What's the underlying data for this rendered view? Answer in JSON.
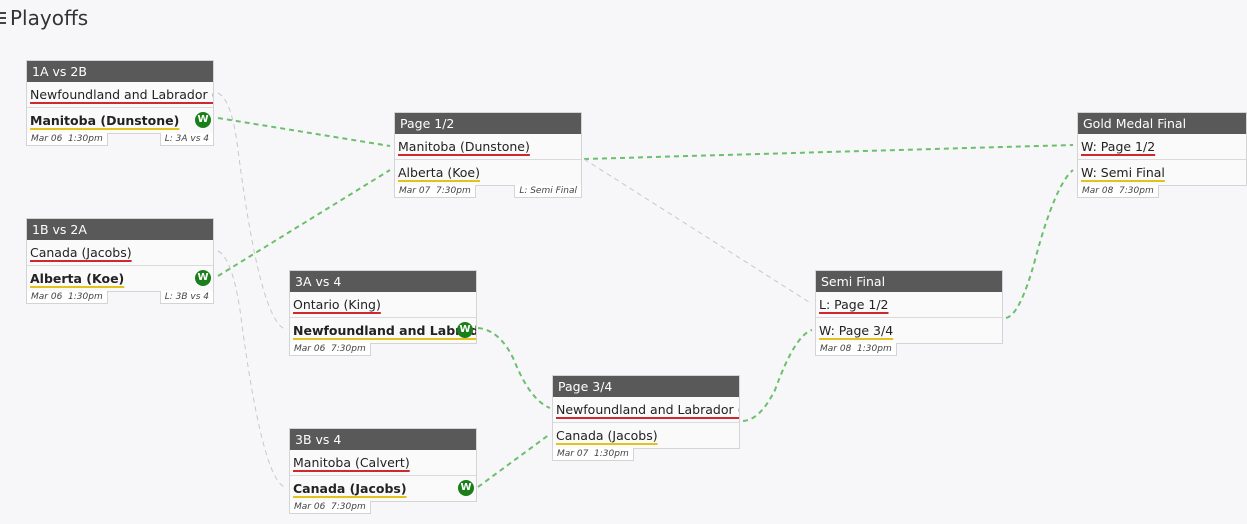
{
  "page": {
    "title": "Playoffs",
    "menu_icon": "hamburger-icon"
  },
  "colors": {
    "header_bg": "#595959",
    "top_team_underline": "#d0282f",
    "bottom_team_underline": "#e3c21c",
    "winner_badge": "#1a7f1a",
    "winner_path": "#6cbf6c",
    "loser_path": "#c8c8c8"
  },
  "matches": [
    {
      "id": "m1",
      "title": "1A vs 2B",
      "teams": [
        {
          "name": "Newfoundland and Labrador (Gushue)",
          "winner": false,
          "badge": ""
        },
        {
          "name": "Manitoba (Dunstone)",
          "winner": true,
          "badge": "W"
        }
      ],
      "time": "Mar 06  1:30pm",
      "loser_to": "L: 3A vs 4"
    },
    {
      "id": "m2",
      "title": "1B vs 2A",
      "teams": [
        {
          "name": "Canada (Jacobs)",
          "winner": false,
          "badge": ""
        },
        {
          "name": "Alberta (Koe)",
          "winner": true,
          "badge": "W"
        }
      ],
      "time": "Mar 06  1:30pm",
      "loser_to": "L: 3B vs 4"
    },
    {
      "id": "m3",
      "title": "3A vs 4",
      "teams": [
        {
          "name": "Ontario (King)",
          "winner": false,
          "badge": ""
        },
        {
          "name": "Newfoundland and Labrador (Gushue)",
          "winner": true,
          "badge": "W"
        }
      ],
      "time": "Mar 06  7:30pm",
      "loser_to": ""
    },
    {
      "id": "m4",
      "title": "3B vs 4",
      "teams": [
        {
          "name": "Manitoba (Calvert)",
          "winner": false,
          "badge": ""
        },
        {
          "name": "Canada (Jacobs)",
          "winner": true,
          "badge": "W"
        }
      ],
      "time": "Mar 06  7:30pm",
      "loser_to": ""
    },
    {
      "id": "m5",
      "title": "Page 1/2",
      "teams": [
        {
          "name": "Manitoba (Dunstone)",
          "winner": false,
          "badge": ""
        },
        {
          "name": "Alberta (Koe)",
          "winner": false,
          "badge": ""
        }
      ],
      "time": "Mar 07  7:30pm",
      "loser_to": "L: Semi Final"
    },
    {
      "id": "m6",
      "title": "Page 3/4",
      "teams": [
        {
          "name": "Newfoundland and Labrador (Gushue)",
          "winner": false,
          "badge": ""
        },
        {
          "name": "Canada (Jacobs)",
          "winner": false,
          "badge": ""
        }
      ],
      "time": "Mar 07  1:30pm",
      "loser_to": ""
    },
    {
      "id": "m7",
      "title": "Semi Final",
      "teams": [
        {
          "name": "L: Page 1/2",
          "winner": false,
          "badge": ""
        },
        {
          "name": "W: Page 3/4",
          "winner": false,
          "badge": ""
        }
      ],
      "time": "Mar 08  1:30pm",
      "loser_to": ""
    },
    {
      "id": "m8",
      "title": "Gold Medal Final",
      "teams": [
        {
          "name": "W: Page 1/2",
          "winner": false,
          "badge": ""
        },
        {
          "name": "W: Semi Final",
          "winner": false,
          "badge": ""
        }
      ],
      "time": "Mar 08  7:30pm",
      "loser_to": ""
    }
  ]
}
